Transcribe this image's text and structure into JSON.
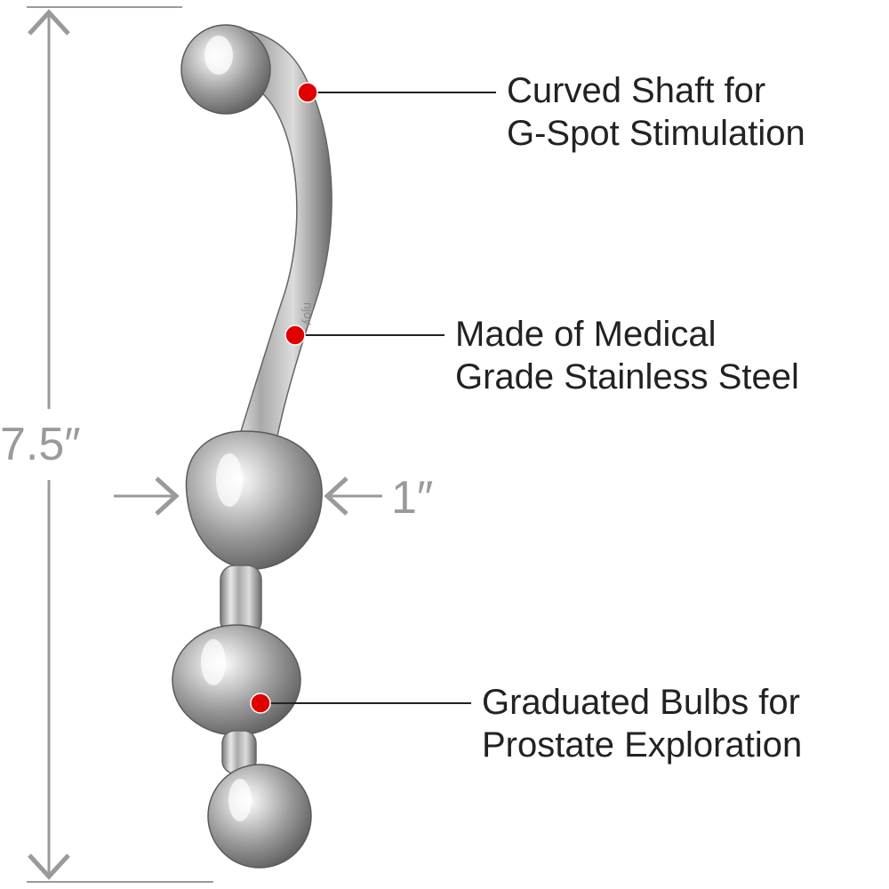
{
  "dimensions": {
    "length": "7.5″",
    "width": "1″"
  },
  "product": {
    "engraving": "njoy"
  },
  "callouts": [
    {
      "line1": "Curved Shaft for",
      "line2": "G-Spot Stimulation"
    },
    {
      "line1": "Made of Medical",
      "line2": "Grade Stainless Steel"
    },
    {
      "line1": "Graduated Bulbs for",
      "line2": "Prostate Exploration"
    }
  ],
  "colors": {
    "dimension_gray": "#9a9a9a",
    "marker_red": "#e00000",
    "text": "#222222",
    "steel_light": "#f2f2f2",
    "steel_dark": "#6e6e6e"
  }
}
